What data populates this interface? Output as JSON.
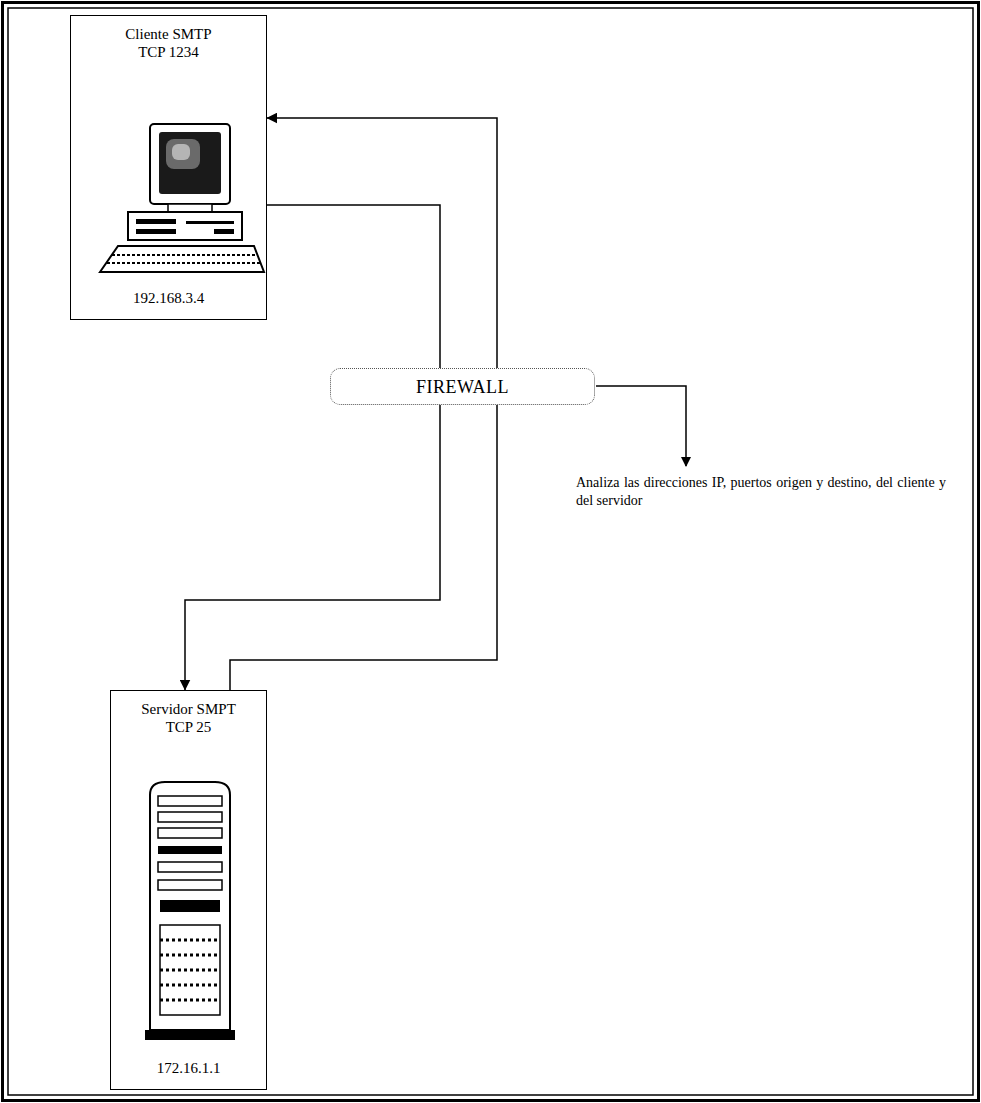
{
  "diagram": {
    "nodes": [
      {
        "text": [
          "Cliente SMTP TCP 1234",
          "192.168.3.4"
        ]
      },
      {
        "text": [
          "FIREWALL"
        ]
      },
      {
        "text": [
          "Servidor SMPT TCP 25",
          "172.16.1.1"
        ]
      }
    ],
    "edges": [
      {
        "from": 0,
        "to": 1,
        "arrow": "none"
      },
      {
        "from": 1,
        "to": 2,
        "arrow": "to"
      },
      {
        "from": 2,
        "to": 1,
        "arrow": "none"
      },
      {
        "from": 1,
        "to": 0,
        "arrow": "to"
      }
    ],
    "labels": [
      "Analiza las direcciones IP, puertos origen y destino, del cliente y del servidor"
    ]
  }
}
